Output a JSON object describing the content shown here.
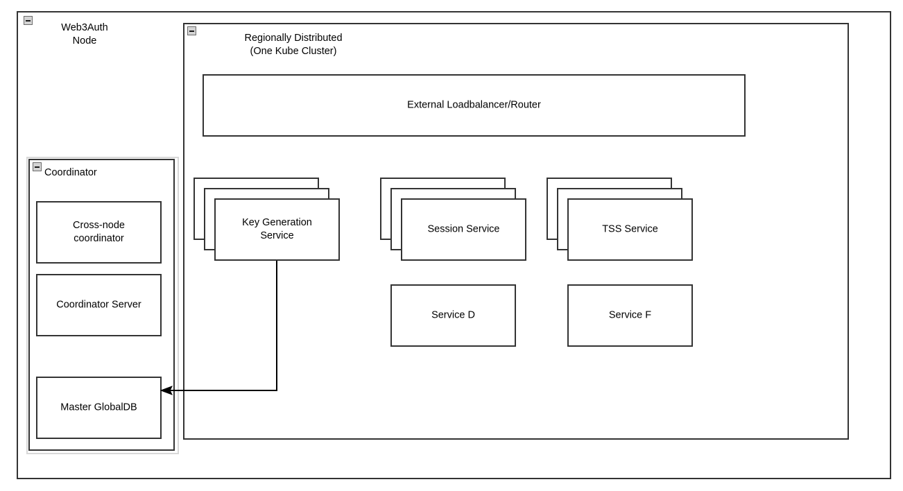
{
  "diagram": {
    "title": "Web3Auth Node architecture",
    "stroke_color": "#333333",
    "frame_color": "#d8d8d8",
    "background": "#ffffff"
  },
  "groups": {
    "web3auth_node": {
      "label": "Web3Auth\nNode",
      "collapse_icon": "minus-collapse-icon"
    },
    "regionally_distributed": {
      "label": "Regionally Distributed\n(One Kube Cluster)",
      "collapse_icon": "minus-collapse-icon"
    },
    "coordinator": {
      "label": "Coordinator",
      "collapse_icon": "minus-collapse-icon"
    }
  },
  "coordinator_nodes": [
    {
      "label": "Cross-node\ncoordinator"
    },
    {
      "label": "Coordinator Server"
    },
    {
      "label": "Master GlobalDB"
    }
  ],
  "cluster_nodes": {
    "loadbalancer": {
      "label": "External Loadbalancer/Router"
    },
    "stacks": [
      {
        "label": "Key Generation\nService",
        "copies": 3
      },
      {
        "label": "Session Service",
        "copies": 3
      },
      {
        "label": "TSS Service",
        "copies": 3
      }
    ],
    "plain": [
      {
        "label": "Service D"
      },
      {
        "label": "Service F"
      }
    ]
  },
  "connectors": [
    {
      "name": "keygen-to-master-globaldb",
      "from": "Key Generation Service",
      "to": "Master GlobalDB",
      "arrowhead": "left"
    }
  ]
}
